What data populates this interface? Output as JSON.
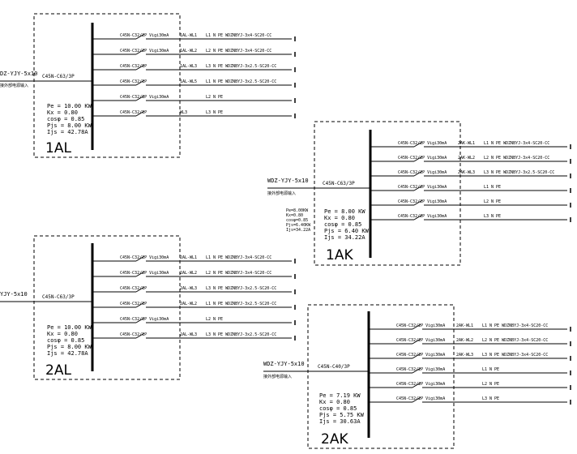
{
  "panels": [
    {
      "id": "1AL",
      "name": "1AL",
      "incoming": {
        "cable": "DZ-YJY-5x10",
        "breaker": "C45N-C63/3P",
        "note": "接外部电源输入"
      },
      "params": [
        "Pe = 10.00 KW",
        "Kx = 0.80",
        "cosφ = 0.85",
        "Pjs = 8.00 KW",
        "Ijs = 42.78A"
      ],
      "circuits": [
        {
          "breaker": "C45N-C32/2P Vigi30mA",
          "circuit": "1AL-WL1",
          "spec": "L1 N PE WDZNBYJ-3x4-SC20-CC"
        },
        {
          "breaker": "C45N-C32/2P Vigi30mA",
          "circuit": "1AL-WL2",
          "spec": "L2 N PE WDZNBYJ-3x4-SC20-CC"
        },
        {
          "breaker": "C45N-C32/1P",
          "circuit": "1AL-WL3",
          "spec": "L3 N PE WDZNBYJ-3x2.5-SC20-CC"
        },
        {
          "breaker": "C45N-C32/1P",
          "circuit": "1AL-WL5",
          "spec": "L1 N PE WDZNBYJ-3x2.5-SC20-CC"
        },
        {
          "breaker": "C45N-C32/1P Vigi30mA",
          "circuit": "",
          "spec": "L2 N PE"
        },
        {
          "breaker": "C45N-C32/1P",
          "circuit": "WL3",
          "spec": "L3 N PE"
        }
      ]
    },
    {
      "id": "2AL",
      "name": "2AL",
      "incoming": {
        "cable": "YJY-5x10",
        "breaker": "C45N-C63/3P",
        "note": ""
      },
      "params": [
        "Pe = 10.00 KW",
        "Kx = 0.80",
        "cosφ = 0.85",
        "Pjs = 8.00 KW",
        "Ijs = 42.78A"
      ],
      "circuits": [
        {
          "breaker": "C45N-C32/2P Vigi30mA",
          "circuit": "2AL-WL1",
          "spec": "L1 N PE WDZNBYJ-3x4-SC20-CC"
        },
        {
          "breaker": "C45N-C32/2P Vigi30mA",
          "circuit": "2AL-WL2",
          "spec": "L2 N PE WDZNBYJ-3x4-SC20-CC"
        },
        {
          "breaker": "C45N-C32/1P",
          "circuit": "2AL-WL3",
          "spec": "L3 N PE WDZNBYJ-3x2.5-SC20-CC"
        },
        {
          "breaker": "C45N-C32/1P",
          "circuit": "2AL-WL2",
          "spec": "L1 N PE WDZNBYJ-3x2.5-SC20-CC"
        },
        {
          "breaker": "C45N-C32/1P Vigi30mA",
          "circuit": "",
          "spec": "L2 N PE"
        },
        {
          "breaker": "C45N-C32/1P",
          "circuit": "2AL-WL3",
          "spec": "L3 N PE WDZNBYJ-3x2.5-SC20-CC"
        }
      ]
    },
    {
      "id": "1AK",
      "name": "1AK",
      "incoming": {
        "cable": "WDZ-YJY-5x10",
        "breaker": "C45N-C63/3P",
        "note": "接外部电源输入"
      },
      "params": [
        "Pe = 8.00 KW",
        "Kx = 0.80",
        "cosφ = 0.85",
        "Pjs = 6.40 KW",
        "Ijs = 34.22A"
      ],
      "circuits": [
        {
          "breaker": "C45N-C32/2P Vigi30mA",
          "circuit": "2AK-WL1",
          "spec": "L1 N PE WDZNBYJ-3x4-SC20-CC"
        },
        {
          "breaker": "C45N-C32/2P Vigi30mA",
          "circuit": "2AK-WL2",
          "spec": "L2 N PE WDZNBYJ-3x4-SC20-CC"
        },
        {
          "breaker": "C45N-C32/2P Vigi30mA",
          "circuit": "2AK-WL3",
          "spec": "L3 N PE WDZNBYJ-3x2.5-SC20-CC"
        },
        {
          "breaker": "C45N-C32/2P Vigi30mA",
          "circuit": "",
          "spec": "L1 N PE"
        },
        {
          "breaker": "C45N-C32/2P Vigi30mA",
          "circuit": "",
          "spec": "L2 N PE"
        },
        {
          "breaker": "C45N-C32/2P Vigi30mA",
          "circuit": "",
          "spec": "L3 N PE"
        }
      ]
    },
    {
      "id": "2AK",
      "name": "2AK",
      "incoming": {
        "cable": "WDZ-YJY-5x10",
        "breaker": "C45N-C40/3P",
        "note": "接外部电源输入"
      },
      "params": [
        "Pe = 7.19 KW",
        "Kx = 0.80",
        "cosφ = 0.85",
        "Pjs = 5.75 KW",
        "Ijs = 30.63A"
      ],
      "circuits": [
        {
          "breaker": "C45N-C32/2P Vigi30mA",
          "circuit": "2AK-WL1",
          "spec": "L1 N PE WDZNBYJ-3x4-SC20-CC"
        },
        {
          "breaker": "C45N-C32/2P Vigi30mA",
          "circuit": "2AK-WL2",
          "spec": "L2 N PE WDZNBYJ-3x4-SC20-CC"
        },
        {
          "breaker": "C45N-C32/2P Vigi30mA",
          "circuit": "2AK-WL3",
          "spec": "L3 N PE WDZNBYJ-3x4-SC20-CC"
        },
        {
          "breaker": "C45N-C32/2P Vigi30mA",
          "circuit": "",
          "spec": "L1 N PE"
        },
        {
          "breaker": "C45N-C32/2P Vigi30mA",
          "circuit": "",
          "spec": "L2 N PE"
        },
        {
          "breaker": "C45N-C32/2P Vigi30mA",
          "circuit": "",
          "spec": "L3 N PE"
        }
      ]
    }
  ],
  "side_note": [
    "Pe=8.00KW",
    "Kx=0.80",
    "cosφ=0.85",
    "Pjs=6.40KW",
    "Ijs=34.22A"
  ]
}
